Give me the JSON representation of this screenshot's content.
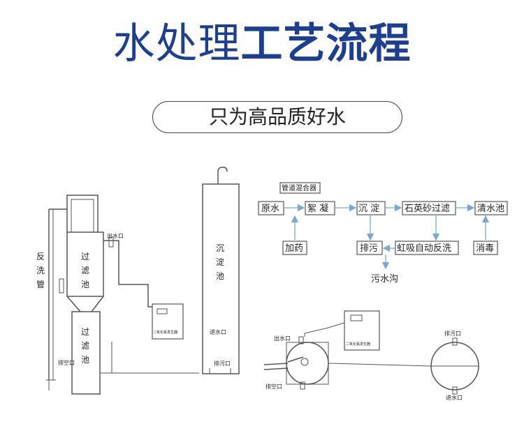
{
  "header": {
    "title_part1": "水处理",
    "title_part2": "工艺流程",
    "subtitle": "只为高品质好水"
  },
  "colors": {
    "title": "#1c3f8f",
    "flow_arrow": "#7aa6dd",
    "line": "#555555"
  },
  "left_diagram": {
    "backwash_pipe": [
      "反",
      "洗",
      "管"
    ],
    "upper_filter": [
      "过",
      "滤",
      "池"
    ],
    "lower_filter": [
      "过",
      "滤",
      "池"
    ],
    "outlet": "出水口",
    "vent": "排空口",
    "settling_tank": [
      "沉",
      "淀",
      "池"
    ],
    "inlet": "进水口",
    "drain": "排污口",
    "generator": "二氧化氯发生器"
  },
  "flowchart": {
    "mixer": "管道混合器",
    "raw_water": "原水",
    "flocculation": "絮 凝",
    "sedimentation": "沉 淀",
    "quartz_filter": "石英砂过滤",
    "clean_tank": "清水池",
    "dosing": "加药",
    "sewage_discharge": "排污",
    "siphon_backwash": "虹吸自动反洗",
    "disinfection": "消毒",
    "sewer": "污水沟"
  },
  "bottom_diagram": {
    "outlet": "出水口",
    "vent": "排空口",
    "drain": "排污口",
    "inlet": "进水口",
    "generator": "二氧化氯发生器"
  }
}
